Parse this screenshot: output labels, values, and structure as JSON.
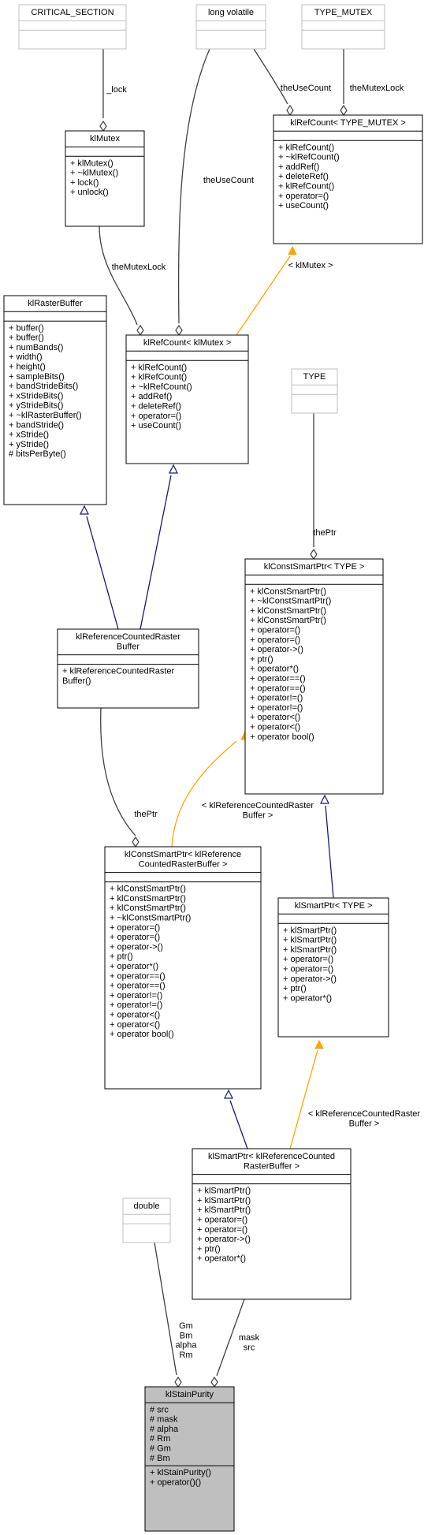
{
  "classes": {
    "critical_section": {
      "name": "CRITICAL_SECTION",
      "members": [],
      "methods": []
    },
    "long_volatile": {
      "name": "long volatile",
      "members": [],
      "methods": []
    },
    "type_mutex": {
      "name": "TYPE_MUTEX",
      "members": [],
      "methods": []
    },
    "klmutex": {
      "name": "klMutex",
      "members": [],
      "methods": [
        "+ klMutex()",
        "+ ~klMutex()",
        "+ lock()",
        "+ unlock()"
      ]
    },
    "klrefcount_tmpl": {
      "name": "klRefCount< TYPE_MUTEX >",
      "members": [],
      "methods": [
        "+ klRefCount()",
        "+ ~klRefCount()",
        "+ addRef()",
        "+ deleteRef()",
        "+ klRefCount()",
        "+ operator=()",
        "+ useCount()"
      ]
    },
    "klrasterbuffer": {
      "name": "klRasterBuffer",
      "members": [],
      "methods": [
        "+ buffer()",
        "+ buffer()",
        "+ numBands()",
        "+ width()",
        "+ height()",
        "+ sampleBits()",
        "+ bandStrideBits()",
        "+ xStrideBits()",
        "+ yStrideBits()",
        "+ ~klRasterBuffer()",
        "+ bandStride()",
        "+ xStride()",
        "+ yStride()",
        "# bitsPerByte()"
      ]
    },
    "klrefcount_klmutex": {
      "name": "klRefCount< klMutex >",
      "members": [],
      "methods": [
        "+ klRefCount()",
        "+ klRefCount()",
        "+ ~klRefCount()",
        "+ addRef()",
        "+ deleteRef()",
        "+ operator=()",
        "+ useCount()"
      ]
    },
    "type": {
      "name": "TYPE",
      "members": [],
      "methods": []
    },
    "klconstsmartptr_tmpl": {
      "name": "klConstSmartPtr< TYPE >",
      "members": [],
      "methods": [
        "+ klConstSmartPtr()",
        "+ ~klConstSmartPtr()",
        "+ klConstSmartPtr()",
        "+ klConstSmartPtr()",
        "+ operator=()",
        "+ operator=()",
        "+ operator->()",
        "+ ptr()",
        "+ operator*()",
        "+ operator==()",
        "+ operator==()",
        "+ operator!=()",
        "+ operator!=()",
        "+ operator<()",
        "+ operator<()",
        "+ operator bool()"
      ]
    },
    "klrefcountedrasterbuffer": {
      "name": "klReferenceCountedRaster\nBuffer",
      "members": [],
      "methods": [
        "+ klReferenceCountedRaster",
        "Buffer()"
      ]
    },
    "klconstsmartptr_rcrb": {
      "name": "klConstSmartPtr< klReference\nCountedRasterBuffer >",
      "members": [],
      "methods": [
        "+ klConstSmartPtr()",
        "+ klConstSmartPtr()",
        "+ klConstSmartPtr()",
        "+ ~klConstSmartPtr()",
        "+ operator=()",
        "+ operator=()",
        "+ operator->()",
        "+ ptr()",
        "+ operator*()",
        "+ operator==()",
        "+ operator==()",
        "+ operator!=()",
        "+ operator!=()",
        "+ operator<()",
        "+ operator<()",
        "+ operator bool()"
      ]
    },
    "klsmartptr_tmpl": {
      "name": "klSmartPtr< TYPE >",
      "members": [],
      "methods": [
        "+ klSmartPtr()",
        "+ klSmartPtr()",
        "+ klSmartPtr()",
        "+ operator=()",
        "+ operator=()",
        "+ operator->()",
        "+ ptr()",
        "+ operator*()"
      ]
    },
    "double": {
      "name": "double",
      "members": [],
      "methods": []
    },
    "klsmartptr_rcrb": {
      "name": "klSmartPtr< klReferenceCounted\nRasterBuffer >",
      "members": [],
      "methods": [
        "+ klSmartPtr()",
        "+ klSmartPtr()",
        "+ klSmartPtr()",
        "+ operator=()",
        "+ operator=()",
        "+ operator->()",
        "+ ptr()",
        "+ operator*()"
      ]
    },
    "klstainpurity": {
      "name": "klStainPurity",
      "members": [
        "# src",
        "# mask",
        "# alpha",
        "# Rm",
        "# Gm",
        "# Bm"
      ],
      "methods": [
        "+ klStainPurity()",
        "+ operator()()"
      ]
    }
  },
  "edge_labels": {
    "lock": "_lock",
    "theUseCount_a": "theUseCount",
    "theMutexLock_a": "theMutexLock",
    "theUseCount_b": "theUseCount",
    "theMutexLock_b": "theMutexLock",
    "klMutex_bind": "< klMutex >",
    "thePtr_type": "thePtr",
    "thePtr_rcrb": "thePtr",
    "rcrb_bind_1": "< klReferenceCountedRaster\nBuffer >",
    "rcrb_bind_2": "< klReferenceCountedRaster\nBuffer >",
    "double_attrs": "Gm\nBm\nalpha\nRm",
    "smartptr_attrs": "mask\nsrc"
  },
  "colors": {
    "border": "#000000",
    "faded_border": "#bfbfbf",
    "composition": "#404040",
    "inheritance": "#191970",
    "template": "#ffa500",
    "highlight_fill": "#bfbfbf"
  }
}
